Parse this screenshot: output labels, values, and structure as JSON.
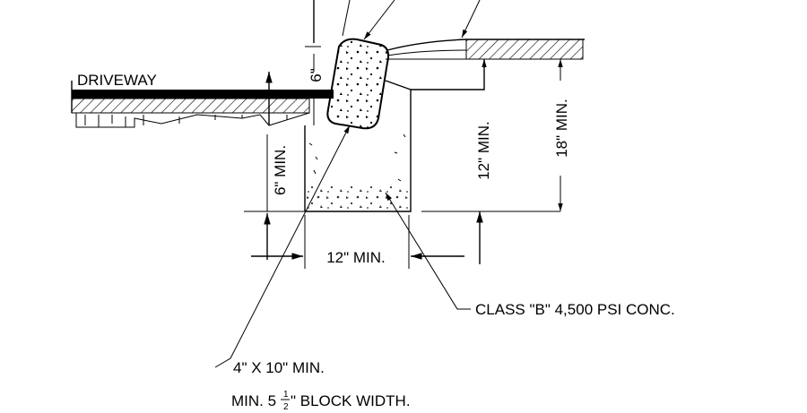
{
  "labels": {
    "driveway": "DRIVEWAY",
    "dim_6_top": "6\"",
    "dim_6_min": "6\" MIN.",
    "dim_12_min_vert": "12\" MIN.",
    "dim_18_min": "18\" MIN.",
    "dim_12_min_horiz": "12\" MIN.",
    "concrete_note": "CLASS \"B\" 4,500 PSI CONC.",
    "block_note_line1": "4\" X 10\" MIN.",
    "block_note_line2_prefix": "MIN. 5",
    "block_note_fraction_num": "1",
    "block_note_fraction_den": "2",
    "block_note_line2_suffix": "\" BLOCK WIDTH."
  },
  "colors": {
    "ink": "#000000",
    "background": "#ffffff"
  }
}
